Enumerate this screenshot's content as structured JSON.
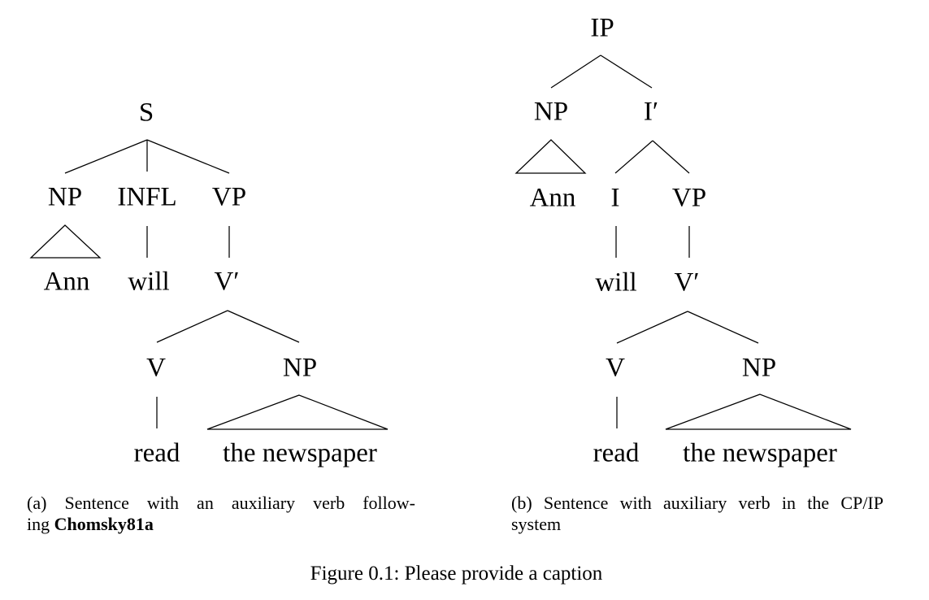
{
  "figure": {
    "caption": "Figure 0.1: Please provide a caption"
  },
  "subfigure_a": {
    "caption_line1": "(a) Sentence with an auxiliary verb follow-",
    "caption_line2_normal": "ing ",
    "caption_line2_bold": "Chomsky81a"
  },
  "subfigure_b": {
    "caption_line1": "(b) Sentence with auxiliary verb in the CP/IP",
    "caption_line2": "system"
  },
  "tree_a": {
    "bracket_notation": "[S [NP [Ann]] [INFL [will]] [VP [V′ [V [read]] [NP [the newspaper]]]]]",
    "nodes": {
      "s": "S",
      "np_subj": "NP",
      "infl": "INFL",
      "vp": "VP",
      "ann": "Ann",
      "will": "will",
      "vbar": "V′",
      "v": "V",
      "np_obj": "NP",
      "read": "read",
      "obj": "the newspaper"
    }
  },
  "tree_b": {
    "bracket_notation": "[IP [NP [Ann]] [I′ [I [will]] [VP [V′ [V [read]] [NP [the newspaper]]]]]]",
    "nodes": {
      "ip": "IP",
      "np_subj": "NP",
      "ibar": "I′",
      "ann": "Ann",
      "i": "I",
      "vp": "VP",
      "will": "will",
      "vbar": "V′",
      "v": "V",
      "np_obj": "NP",
      "read": "read",
      "obj": "the newspaper"
    }
  }
}
